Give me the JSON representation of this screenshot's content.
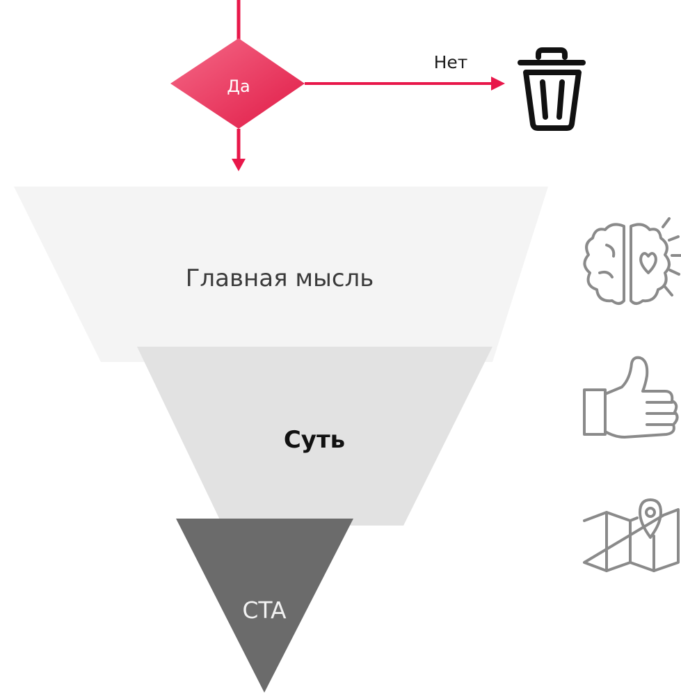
{
  "flow": {
    "decision_label": "Да",
    "no_label": "Нет"
  },
  "funnel": {
    "levels": [
      {
        "label": "Главная мысль"
      },
      {
        "label": "Суть"
      },
      {
        "label": "CTA"
      }
    ]
  },
  "icons": {
    "trash": "trash-icon",
    "brain": "brain-heart-icon",
    "thumbs_up": "thumbs-up-icon",
    "map": "map-pin-icon"
  },
  "colors": {
    "accent": "#e8174a",
    "accent_light": "#f25a7a",
    "level1": "#f4f4f4",
    "level2": "#e2e2e2",
    "level3": "#6b6b6b",
    "icon_stroke": "#8a8a8a",
    "text_dark": "#1a1a1a"
  }
}
